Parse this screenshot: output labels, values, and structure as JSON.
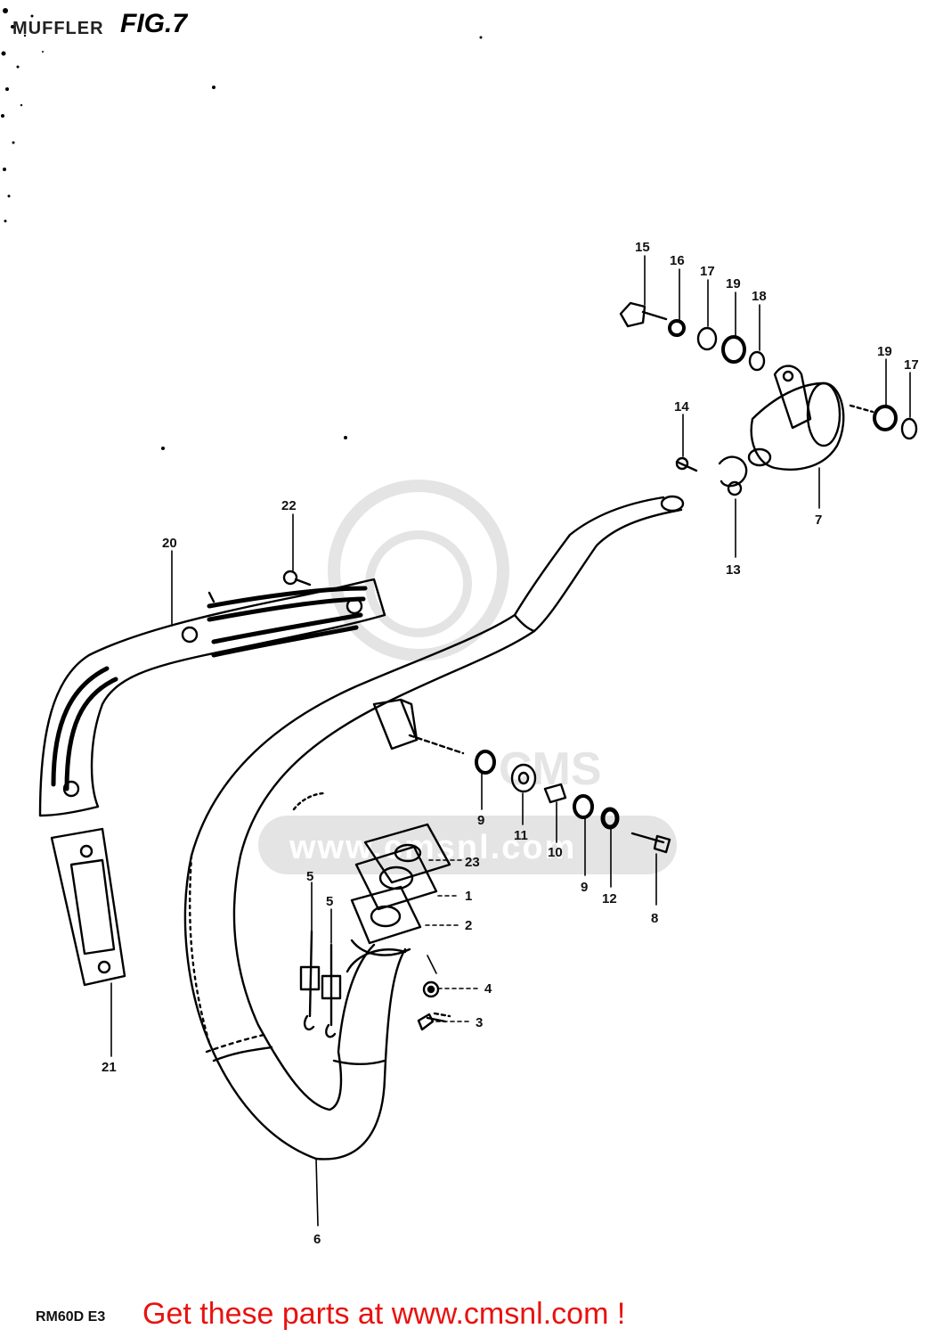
{
  "header": {
    "title": "MUFFLER",
    "fig_label": "FIG.7"
  },
  "footer": {
    "model_code": "RM60D E3",
    "banner": "Get these parts at www.cmsnl.com !"
  },
  "watermark": {
    "brand": "CMS",
    "url": "www.cmsnl.com"
  },
  "callouts": {
    "c1": "1",
    "c2": "2",
    "c3": "3",
    "c4": "4",
    "c5a": "5",
    "c5b": "5",
    "c6": "6",
    "c7": "7",
    "c8": "8",
    "c9a": "9",
    "c9b": "9",
    "c10": "10",
    "c11": "11",
    "c12": "12",
    "c13": "13",
    "c14": "14",
    "c15": "15",
    "c16": "16",
    "c17a": "17",
    "c17b": "17",
    "c18": "18",
    "c19a": "19",
    "c19b": "19",
    "c20": "20",
    "c21": "21",
    "c22": "22",
    "c23": "23"
  },
  "colors": {
    "banner": "#e8120f",
    "line": "#000000",
    "watermark": "#d0d0d0"
  }
}
